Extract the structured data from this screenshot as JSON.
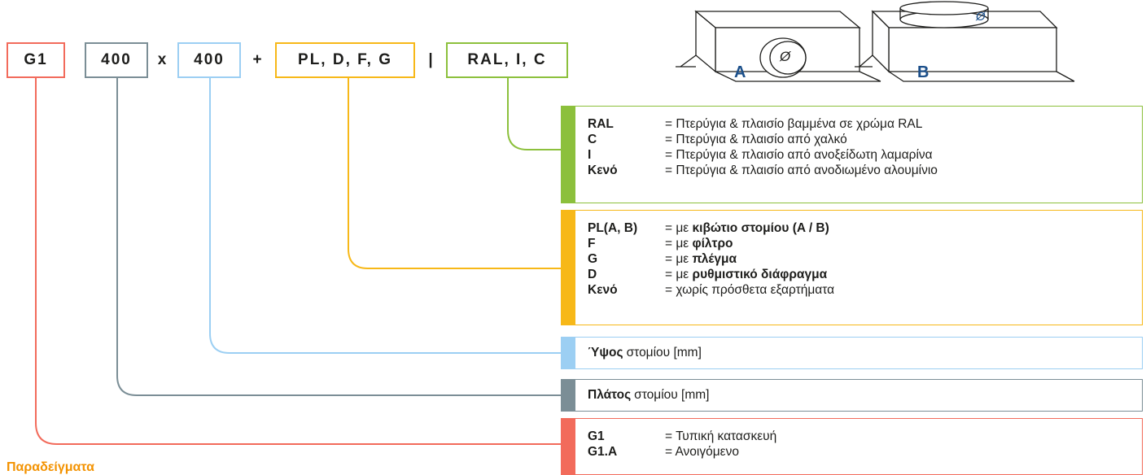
{
  "colors": {
    "red": "#f26b5b",
    "slate": "#7b8e96",
    "blue": "#9ccff3",
    "yellow": "#f7b818",
    "green": "#8cc03c",
    "box_letter": "#1b4f8a",
    "accent": "#f39200"
  },
  "code": {
    "g1": "G1",
    "width": "400",
    "times": "x",
    "height": "400",
    "plus": "+",
    "accessories": "PL, D, F, G",
    "pipe": "|",
    "finish": "RAL, I, C"
  },
  "illustration": {
    "box_a_label": "A",
    "box_b_label": "B",
    "diameter_symbol": "Ø"
  },
  "legend": {
    "finish": [
      {
        "key": "RAL",
        "desc": "= Πτερύγια & πλαισίο βαμμένα σε χρώμα RAL"
      },
      {
        "key": "C",
        "desc": "= Πτερύγια & πλαισίο από χαλκό"
      },
      {
        "key": "I",
        "desc": "= Πτερύγια & πλαισίο από ανοξείδωτη λαμαρίνα"
      },
      {
        "key": "Κενό",
        "desc": "= Πτερύγια & πλαισίο από ανοδιωμένο αλουμίνιο"
      }
    ],
    "accessories": [
      {
        "key": "PL(A, B)",
        "prefix": "= με",
        "bold": "κιβώτιο στομίου (A / B)"
      },
      {
        "key": "F",
        "prefix": "= με",
        "bold": "φίλτρο"
      },
      {
        "key": "G",
        "prefix": "= με",
        "bold": "πλέγμα"
      },
      {
        "key": "D",
        "prefix": "= με",
        "bold": "ρυθμιστικό διάφραγμα"
      },
      {
        "key": "Κενό",
        "prefix": "= χωρίς πρόσθετα εξαρτήματα",
        "bold": ""
      }
    ],
    "height": {
      "bold": "Ύψος",
      "text": "στομίου [mm]"
    },
    "width": {
      "bold": "Πλάτος",
      "text": "στομίου [mm]"
    },
    "type": [
      {
        "key": "G1",
        "desc": "= Τυπική κατασκευή"
      },
      {
        "key": "G1.A",
        "desc": "= Ανοιγόμενο"
      }
    ]
  },
  "examples_heading": "Παραδείγματα"
}
